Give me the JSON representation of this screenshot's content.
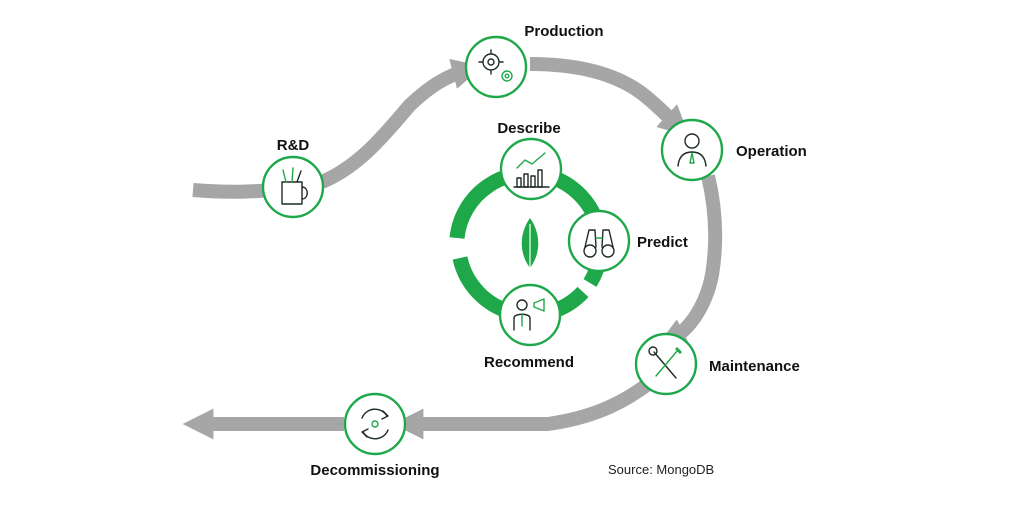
{
  "colors": {
    "accent": "#1ea84a",
    "path_gray": "#a6a6a6",
    "text": "#111111"
  },
  "lifecycle": {
    "rnd": {
      "label": "R&D",
      "icon": "pencil-cup-icon"
    },
    "production": {
      "label": "Production",
      "icon": "gears-icon"
    },
    "operation": {
      "label": "Operation",
      "icon": "operator-person-icon"
    },
    "maintenance": {
      "label": "Maintenance",
      "icon": "wrench-screwdriver-icon"
    },
    "decommissioning": {
      "label": "Decommissioning",
      "icon": "recycle-arrows-icon"
    }
  },
  "analytics_cycle": {
    "center_icon": "mongodb-leaf-icon",
    "describe": {
      "label": "Describe",
      "icon": "bar-chart-trend-icon"
    },
    "predict": {
      "label": "Predict",
      "icon": "binoculars-icon"
    },
    "recommend": {
      "label": "Recommend",
      "icon": "person-megaphone-icon"
    }
  },
  "source": "Source: MongoDB"
}
